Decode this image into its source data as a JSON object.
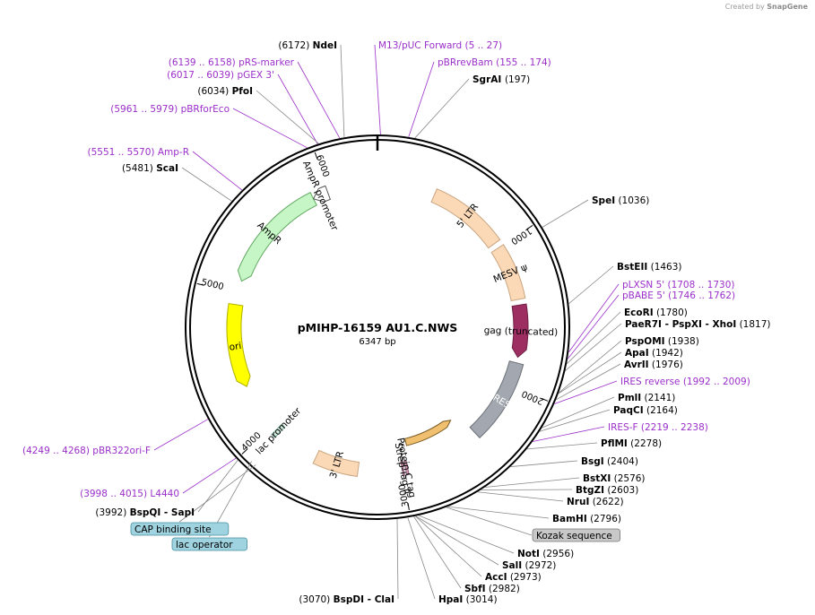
{
  "credit": {
    "prefix": "Created by",
    "brand": "SnapGene"
  },
  "plasmid": {
    "name": "pMIHP-16159 AU1.C.NWS",
    "length_label": "6347 bp",
    "length": 6347
  },
  "colors": {
    "primer": "#9b2fc9",
    "enzyme": "#000000",
    "backbone": "#000000"
  },
  "tick_labels": [
    "1000",
    "2000",
    "3000",
    "4000",
    "5000",
    "6000"
  ],
  "features": [
    {
      "name": "5' LTR",
      "color": "#fbd9b7",
      "stroke": "#c9a57f",
      "start": 410,
      "end": 960,
      "dir": "none",
      "text_color": "#000000"
    },
    {
      "name": "MESV ψ",
      "color": "#fbd9b7",
      "stroke": "#c9a57f",
      "start": 1000,
      "end": 1390,
      "dir": "none",
      "text_color": "#000000"
    },
    {
      "name": "gag (truncated)",
      "color": "#9c2e62",
      "stroke": "#6e1f45",
      "start": 1430,
      "end": 1800,
      "dir": "cw",
      "text_color": "#000000"
    },
    {
      "name": "IRES",
      "color": "#a3a8b0",
      "stroke": "#6c7178",
      "start": 1840,
      "end": 2420,
      "dir": "none",
      "text_color": "#ffffff"
    },
    {
      "name": "Strep-Tag II",
      "color": "#d8a0b8",
      "stroke": "#8a5a70",
      "start": 2990,
      "end": 3000,
      "dir": "none",
      "text_color": "#000000"
    },
    {
      "name": "Protein C tag",
      "color": "#d8a0b8",
      "stroke": "#8a5a70",
      "start": 2960,
      "end": 2975,
      "dir": "none",
      "text_color": "#000000"
    },
    {
      "name": "3' LTR",
      "color": "#fbd9b7",
      "stroke": "#c9a57f",
      "start": 3310,
      "end": 3620,
      "dir": "none",
      "text_color": "#000000"
    },
    {
      "name": "lac promoter",
      "color": "#d6efe0",
      "stroke": "#7a9",
      "start": 3930,
      "end": 3960,
      "dir": "none",
      "text_color": "#000000"
    },
    {
      "name": "ori",
      "color": "#ffff00",
      "stroke": "#b0b000",
      "start": 4330,
      "end": 4920,
      "dir": "ccw",
      "text_color": "#000000"
    },
    {
      "name": "AmpR",
      "color": "#c6f5c6",
      "stroke": "#5fa85f",
      "start": 5090,
      "end": 5880,
      "dir": "ccw",
      "text_color": "#000000"
    },
    {
      "name": "AmpR promoter",
      "color": "#ffffff",
      "stroke": "#555555",
      "start": 5880,
      "end": 5990,
      "dir": "ccw",
      "text_color": "#000000"
    }
  ],
  "orf": {
    "name": "ORF (gold)",
    "color": "#f0c070",
    "start": 2500,
    "end": 2930,
    "dir": "ccw"
  },
  "left_labels": [
    {
      "pos": "(6172)",
      "name": "NdeI",
      "kind": "enzyme",
      "site": 6172
    },
    {
      "pos": "(6139 .. 6158)",
      "name": "pRS-marker",
      "kind": "primer",
      "site": 6148
    },
    {
      "pos": "(6017 .. 6039)",
      "name": "pGEX 3'",
      "kind": "primer",
      "site": 6028
    },
    {
      "pos": "(6034)",
      "name": "PfoI",
      "kind": "enzyme",
      "site": 6034
    },
    {
      "pos": "(5961 .. 5979)",
      "name": "pBRforEco",
      "kind": "primer",
      "site": 5970
    },
    {
      "pos": "(5551 .. 5570)",
      "name": "Amp-R",
      "kind": "primer",
      "site": 5560
    },
    {
      "pos": "(5481)",
      "name": "ScaI",
      "kind": "enzyme",
      "site": 5481
    },
    {
      "pos": "(4249 .. 4268)",
      "name": "pBR322ori-F",
      "kind": "primer",
      "site": 4258
    },
    {
      "pos": "(3998 .. 4015)",
      "name": "L4440",
      "kind": "primer",
      "site": 4006
    },
    {
      "pos": "(3992)",
      "name": "BspQI",
      "name2": "SapI",
      "kind": "enzyme",
      "site": 3992
    },
    {
      "pos": "(3070)",
      "name": "BspDI",
      "name2": "ClaI",
      "kind": "enzyme",
      "site": 3070
    }
  ],
  "top_labels": [
    {
      "name": "M13/pUC Forward",
      "pos": "(5 .. 27)",
      "kind": "primer",
      "site": 16
    },
    {
      "name": "pBRrevBam",
      "pos": "(155 .. 174)",
      "kind": "primer",
      "site": 164
    },
    {
      "name": "SgrAI",
      "pos": "(197)",
      "kind": "enzyme",
      "site": 197
    }
  ],
  "right_labels": [
    {
      "name": "SpeI",
      "pos": "(1036)",
      "kind": "enzyme",
      "site": 1036
    },
    {
      "name": "BstEII",
      "pos": "(1463)",
      "kind": "enzyme",
      "site": 1463
    },
    {
      "name": "pLXSN 5'",
      "pos": "(1708 .. 1730)",
      "kind": "primer",
      "site": 1719
    },
    {
      "name": "pBABE 5'",
      "pos": "(1746 .. 1762)",
      "kind": "primer",
      "site": 1754
    },
    {
      "name": "EcoRI",
      "pos": "(1780)",
      "kind": "enzyme",
      "site": 1780
    },
    {
      "name": "PaeR7I",
      "name2": "PspXI",
      "name3": "XhoI",
      "pos": "(1817)",
      "kind": "enzyme",
      "site": 1817
    },
    {
      "name": "PspOMI",
      "pos": "(1938)",
      "kind": "enzyme",
      "site": 1938
    },
    {
      "name": "ApaI",
      "pos": "(1942)",
      "kind": "enzyme",
      "site": 1942
    },
    {
      "name": "AvrII",
      "pos": "(1976)",
      "kind": "enzyme",
      "site": 1976
    },
    {
      "name": "IRES reverse",
      "pos": "(1992 .. 2009)",
      "kind": "primer",
      "site": 2000
    },
    {
      "name": "PmlI",
      "pos": "(2141)",
      "kind": "enzyme",
      "site": 2141
    },
    {
      "name": "PaqCI",
      "pos": "(2164)",
      "kind": "enzyme",
      "site": 2164
    },
    {
      "name": "IRES-F",
      "pos": "(2219 .. 2238)",
      "kind": "primer",
      "site": 2228
    },
    {
      "name": "PflMI",
      "pos": "(2278)",
      "kind": "enzyme",
      "site": 2278
    },
    {
      "name": "BsgI",
      "pos": "(2404)",
      "kind": "enzyme",
      "site": 2404
    },
    {
      "name": "BstXI",
      "pos": "(2576)",
      "kind": "enzyme",
      "site": 2576
    },
    {
      "name": "BtgZI",
      "pos": "(2603)",
      "kind": "enzyme",
      "site": 2603
    },
    {
      "name": "NruI",
      "pos": "(2622)",
      "kind": "enzyme",
      "site": 2622
    },
    {
      "name": "BamHI",
      "pos": "(2796)",
      "kind": "enzyme",
      "site": 2796
    },
    {
      "name": "Kozak sequence",
      "pos": "",
      "kind": "boxed",
      "site": 2805
    }
  ],
  "bottom_labels": [
    {
      "name": "NotI",
      "pos": "(2956)",
      "kind": "enzyme",
      "site": 2956
    },
    {
      "name": "SalI",
      "pos": "(2972)",
      "kind": "enzyme",
      "site": 2972
    },
    {
      "name": "AccI",
      "pos": "(2973)",
      "kind": "enzyme",
      "site": 2973
    },
    {
      "name": "SbfI",
      "pos": "(2982)",
      "kind": "enzyme",
      "site": 2982
    },
    {
      "name": "HpaI",
      "pos": "(3014)",
      "kind": "enzyme",
      "site": 3014
    }
  ],
  "boxed_labels": [
    {
      "name": "CAP binding site",
      "site": 3905
    },
    {
      "name": "lac operator",
      "site": 3935
    }
  ]
}
